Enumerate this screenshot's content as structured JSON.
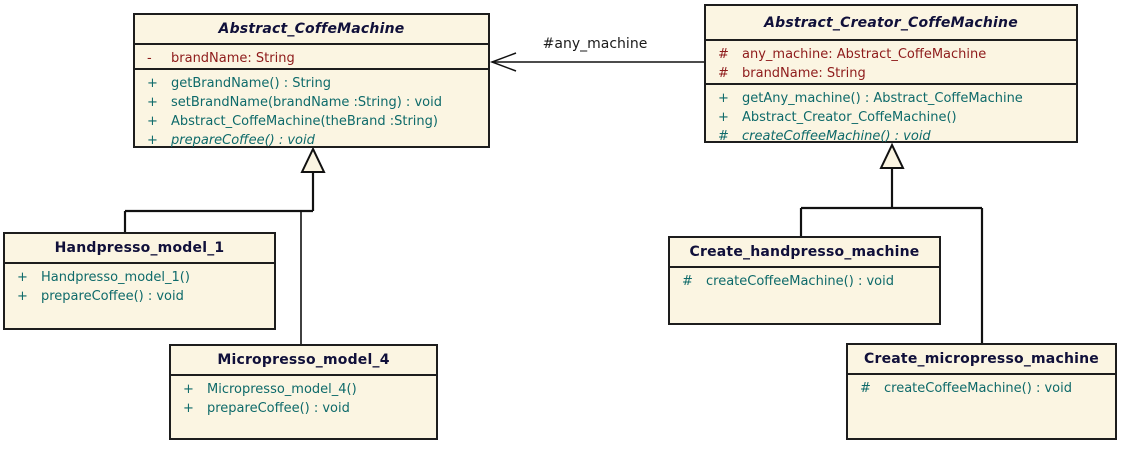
{
  "colors": {
    "box_fill": "#FBF5E2",
    "border": "#1d1d1d",
    "title_text": "#10103a",
    "attribute_text": "#8E1B1B",
    "method_text": "#0E6A6A",
    "connector": "#111111",
    "background": "#ffffff"
  },
  "classes": [
    {
      "name": "Abstract_CoffeMachine",
      "abstract": true,
      "attributes": [
        {
          "visibility": "-",
          "text": "brandName: String"
        }
      ],
      "methods": [
        {
          "visibility": "+",
          "text": "getBrandName() : String"
        },
        {
          "visibility": "+",
          "text": "setBrandName(brandName :String) : void"
        },
        {
          "visibility": "+",
          "text": "Abstract_CoffeMachine(theBrand :String)"
        },
        {
          "visibility": "+",
          "text": "prepareCoffee() : void",
          "abstract": true
        }
      ]
    },
    {
      "name": "Abstract_Creator_CoffeMachine",
      "abstract": true,
      "attributes": [
        {
          "visibility": "#",
          "text": "any_machine: Abstract_CoffeMachine"
        },
        {
          "visibility": "#",
          "text": "brandName: String"
        }
      ],
      "methods": [
        {
          "visibility": "+",
          "text": "getAny_machine() : Abstract_CoffeMachine"
        },
        {
          "visibility": "+",
          "text": "Abstract_Creator_CoffeMachine()"
        },
        {
          "visibility": "#",
          "text": "createCoffeeMachine() : void",
          "abstract": true
        }
      ]
    },
    {
      "name": "Handpresso_model_1",
      "abstract": false,
      "attributes": [],
      "methods": [
        {
          "visibility": "+",
          "text": "Handpresso_model_1()"
        },
        {
          "visibility": "+",
          "text": "prepareCoffee() : void"
        }
      ]
    },
    {
      "name": "Micropresso_model_4",
      "abstract": false,
      "attributes": [],
      "methods": [
        {
          "visibility": "+",
          "text": "Micropresso_model_4()"
        },
        {
          "visibility": "+",
          "text": "prepareCoffee() : void"
        }
      ]
    },
    {
      "name": "Create_handpresso_machine",
      "abstract": false,
      "attributes": [],
      "methods": [
        {
          "visibility": "#",
          "text": "createCoffeeMachine() : void"
        }
      ]
    },
    {
      "name": "Create_micropresso_machine",
      "abstract": false,
      "attributes": [],
      "methods": [
        {
          "visibility": "#",
          "text": "createCoffeeMachine() : void"
        }
      ]
    }
  ],
  "relationships": {
    "association": {
      "type": "directed-association",
      "label": "#any_machine",
      "from": "Abstract_Creator_CoffeMachine",
      "to": "Abstract_CoffeMachine"
    },
    "generalizations": [
      {
        "from": "Handpresso_model_1",
        "to": "Abstract_CoffeMachine"
      },
      {
        "from": "Micropresso_model_4",
        "to": "Abstract_CoffeMachine"
      },
      {
        "from": "Create_handpresso_machine",
        "to": "Abstract_Creator_CoffeMachine"
      },
      {
        "from": "Create_micropresso_machine",
        "to": "Abstract_Creator_CoffeMachine"
      }
    ]
  }
}
